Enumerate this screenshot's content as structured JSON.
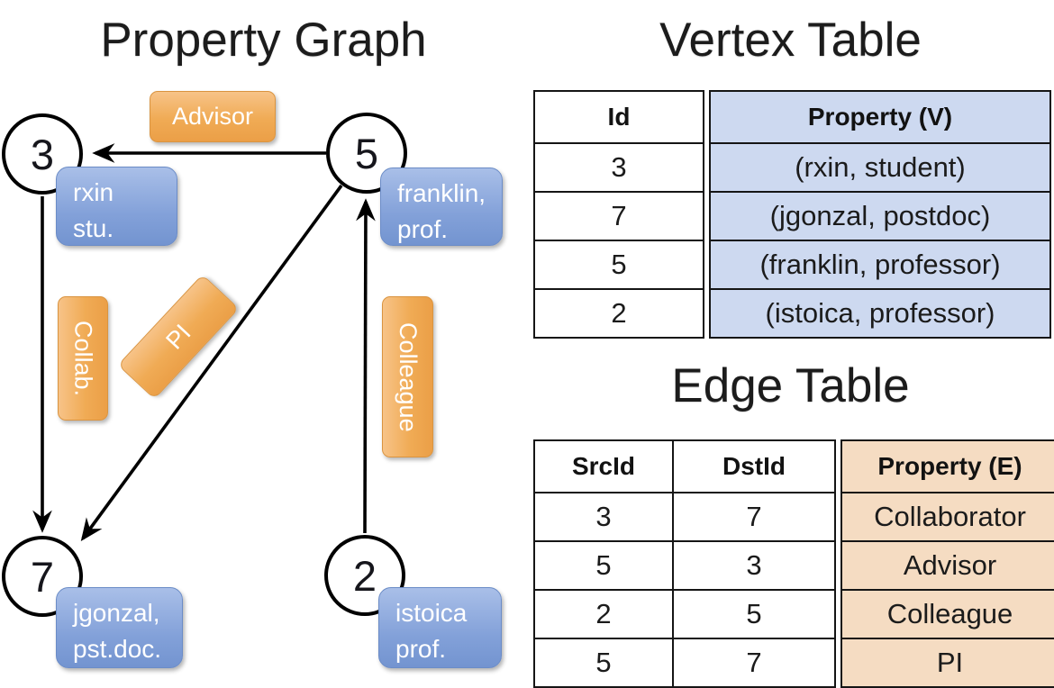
{
  "graph": {
    "title": "Property Graph",
    "nodes": [
      {
        "id": "3",
        "label_lines": [
          "rxin",
          "stu."
        ]
      },
      {
        "id": "5",
        "label_lines": [
          "franklin,",
          "prof."
        ]
      },
      {
        "id": "7",
        "label_lines": [
          "jgonzal,",
          "pst.doc."
        ]
      },
      {
        "id": "2",
        "label_lines": [
          "istoica",
          "prof."
        ]
      }
    ],
    "edges": [
      {
        "src": "5",
        "dst": "3",
        "label": "Advisor"
      },
      {
        "src": "3",
        "dst": "7",
        "label": "Collab."
      },
      {
        "src": "5",
        "dst": "7",
        "label": "PI"
      },
      {
        "src": "2",
        "dst": "5",
        "label": "Colleague"
      }
    ]
  },
  "vertex_table": {
    "title": "Vertex Table",
    "columns": [
      "Id",
      "Property (V)"
    ],
    "rows": [
      {
        "id": "3",
        "property": "(rxin, student)"
      },
      {
        "id": "7",
        "property": "(jgonzal, postdoc)"
      },
      {
        "id": "5",
        "property": "(franklin, professor)"
      },
      {
        "id": "2",
        "property": "(istoica, professor)"
      }
    ]
  },
  "edge_table": {
    "title": "Edge Table",
    "columns": [
      "SrcId",
      "DstId",
      "Property (E)"
    ],
    "rows": [
      {
        "src": "3",
        "dst": "7",
        "property": "Collaborator"
      },
      {
        "src": "5",
        "dst": "3",
        "property": "Advisor"
      },
      {
        "src": "2",
        "dst": "5",
        "property": "Colleague"
      },
      {
        "src": "5",
        "dst": "7",
        "property": "PI"
      }
    ]
  },
  "colors": {
    "edge_label_fill": "#f0ab55",
    "edge_label_border": "#da9440",
    "vertex_label_fill": "#83a1d9",
    "vertex_label_border": "#6b8cc7",
    "vertex_property_bg": "#cdd9f0",
    "edge_property_bg": "#f5dcc2",
    "line_color": "#000000"
  }
}
